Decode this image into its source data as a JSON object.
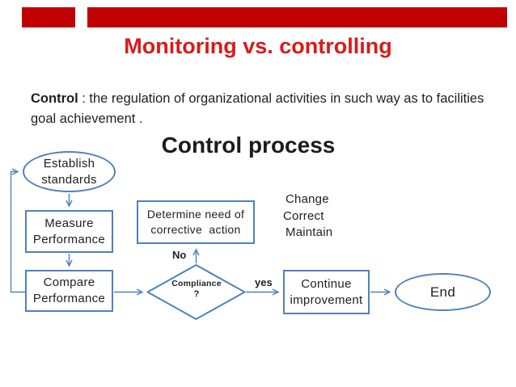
{
  "slide": {
    "title": "Monitoring vs. controlling",
    "definition": {
      "term": "Control",
      "line1_rest": " : the regulation of organizational activities in such way as to facilities",
      "line2": "goal achievement ."
    },
    "subtitle": "Control process"
  },
  "flowchart": {
    "nodes": {
      "establish_standards": {
        "line1": "Establish",
        "line2": "standards"
      },
      "measure_performance": {
        "line1": "Measure",
        "line2": "Performance"
      },
      "determine_need": {
        "line1": "Determine need of",
        "line2": "corrective  action"
      },
      "compare_performance": {
        "line1": "Compare",
        "line2": "Performance"
      },
      "compliance": {
        "line1": "Compliance",
        "line2": "?"
      },
      "continue_improvement": {
        "line1": "Continue",
        "line2": "improvement"
      },
      "end": {
        "label": "End"
      }
    },
    "edge_labels": {
      "no": "No",
      "yes": "yes"
    },
    "annotations": [
      "Change",
      "Correct",
      "Maintain"
    ]
  },
  "colors": {
    "accent_bar_red": "#c00000",
    "title_red": "#d91a1a",
    "shape_blue": "#4f81bd",
    "text_black": "#1f1f1f"
  }
}
